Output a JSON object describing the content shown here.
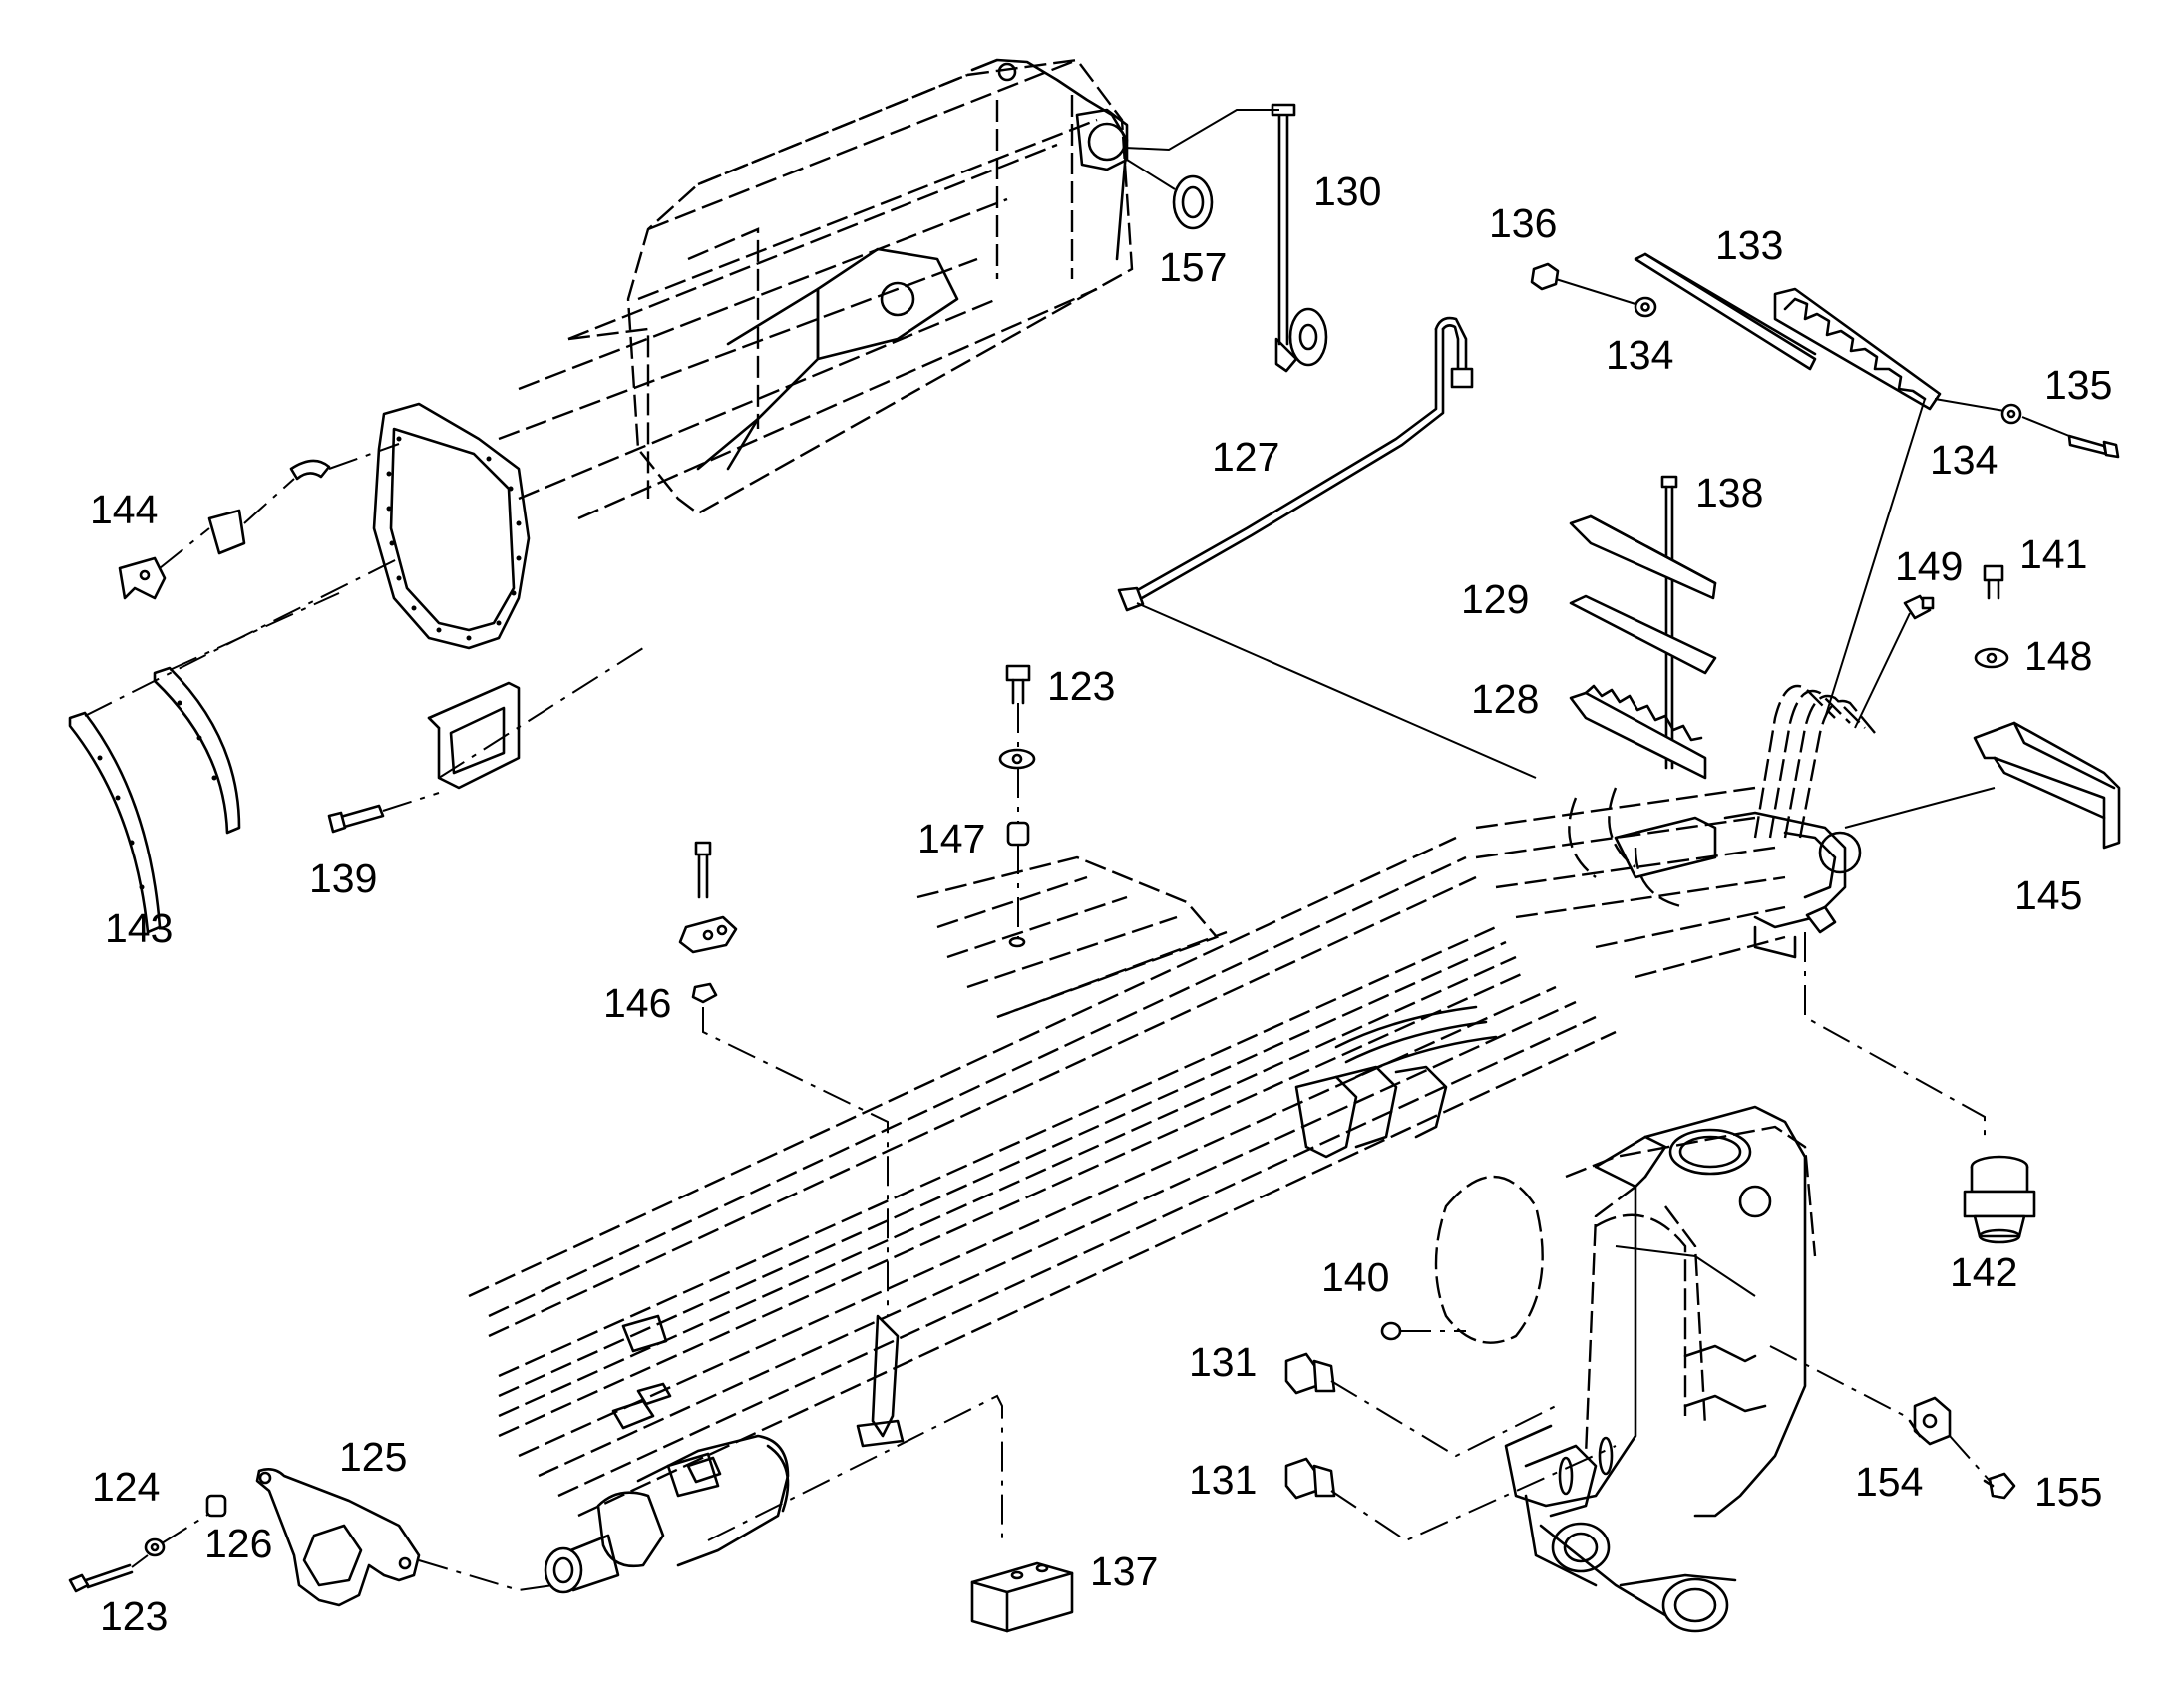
{
  "callouts": [
    {
      "id": "c130",
      "text": "130"
    },
    {
      "id": "c157",
      "text": "157"
    },
    {
      "id": "c136",
      "text": "136"
    },
    {
      "id": "c133",
      "text": "133"
    },
    {
      "id": "c134a",
      "text": "134"
    },
    {
      "id": "c135",
      "text": "135"
    },
    {
      "id": "c134b",
      "text": "134"
    },
    {
      "id": "c127",
      "text": "127"
    },
    {
      "id": "c144",
      "text": "144"
    },
    {
      "id": "c138",
      "text": "138"
    },
    {
      "id": "c129",
      "text": "129"
    },
    {
      "id": "c149",
      "text": "149"
    },
    {
      "id": "c141",
      "text": "141"
    },
    {
      "id": "c148",
      "text": "148"
    },
    {
      "id": "c128",
      "text": "128"
    },
    {
      "id": "c123a",
      "text": "123"
    },
    {
      "id": "c145",
      "text": "145"
    },
    {
      "id": "c147",
      "text": "147"
    },
    {
      "id": "c139",
      "text": "139"
    },
    {
      "id": "c143",
      "text": "143"
    },
    {
      "id": "c146",
      "text": "146"
    },
    {
      "id": "c142",
      "text": "142"
    },
    {
      "id": "c140",
      "text": "140"
    },
    {
      "id": "c131a",
      "text": "131"
    },
    {
      "id": "c125",
      "text": "125"
    },
    {
      "id": "c124",
      "text": "124"
    },
    {
      "id": "c126",
      "text": "126"
    },
    {
      "id": "c131b",
      "text": "131"
    },
    {
      "id": "c154",
      "text": "154"
    },
    {
      "id": "c155",
      "text": "155"
    },
    {
      "id": "c123b",
      "text": "123"
    },
    {
      "id": "c137",
      "text": "137"
    }
  ]
}
